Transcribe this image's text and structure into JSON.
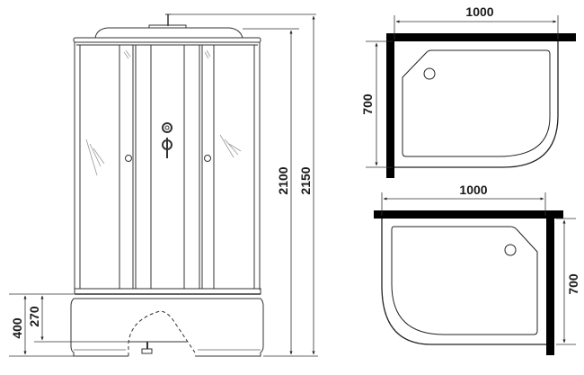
{
  "drawing": {
    "subject": "Shower cabin technical drawing",
    "front_view": {
      "dimensions": {
        "height_cabin": "2100",
        "height_total": "2150",
        "tray_height": "400",
        "tray_inner_height": "270"
      }
    },
    "plan_view_left": {
      "width": "1000",
      "depth": "700",
      "orientation": "left"
    },
    "plan_view_right": {
      "width": "1000",
      "depth": "700",
      "orientation": "right"
    },
    "colors": {
      "line": "#333333",
      "wall": "#000000",
      "background": "#ffffff"
    }
  }
}
